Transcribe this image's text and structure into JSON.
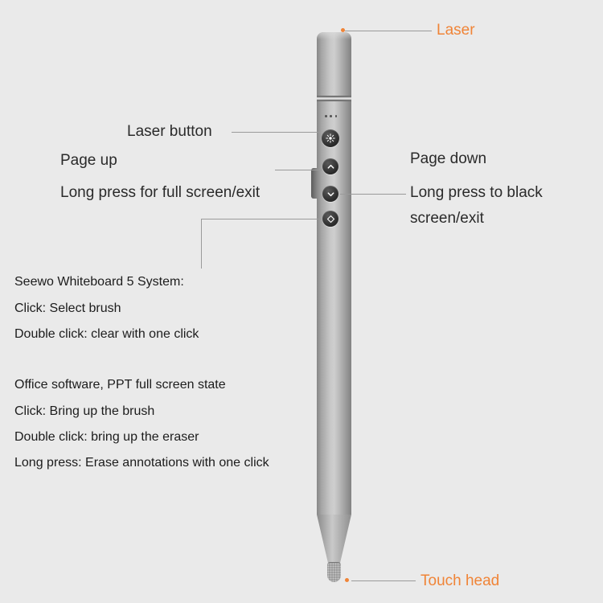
{
  "canvas": {
    "background": "#eaeaea"
  },
  "colors": {
    "accent_orange": "#f08437",
    "text_dark": "#1c1c1c",
    "connector_line": "#9a9a9a",
    "pen_gray": "#b5b5b5",
    "button_dark": "#2e2e2e"
  },
  "icons": {
    "laser_button": "sun-burst-icon",
    "page_up": "chevron-up-icon",
    "page_down": "chevron-down-icon",
    "brush": "diamond-icon",
    "indicator": "three-dots"
  },
  "callouts": {
    "laser": "Laser",
    "laser_button": "Laser button",
    "page_up": "Page up",
    "page_up_long": "Long press for full screen/exit",
    "page_down": "Page down",
    "page_down_long_1": "Long press to black",
    "page_down_long_2": "screen/exit",
    "touch_head": "Touch head"
  },
  "instructions": {
    "seewo_title": "Seewo Whiteboard 5 System:",
    "seewo_lines": [
      "Click: Select brush",
      "Double click: clear with one click"
    ],
    "office_title": "Office software, PPT full screen state",
    "office_lines": [
      "Click: Bring up the brush",
      "Double click: bring up the eraser",
      "Long press: Erase annotations with one click"
    ]
  }
}
